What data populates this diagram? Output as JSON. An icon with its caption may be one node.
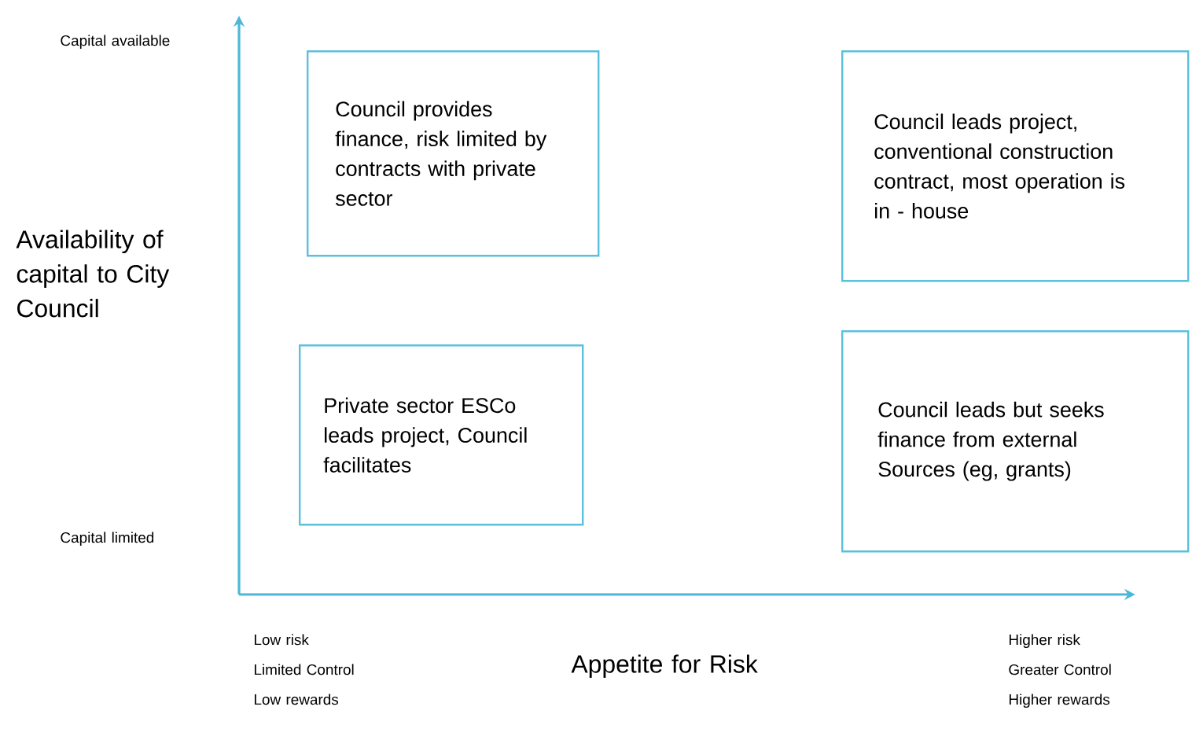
{
  "diagram": {
    "nodes": [
      {
        "text": [
          "Council provides finance, risk limited by contracts with private sector"
        ]
      },
      {
        "text": [
          "Council leads project, conventional construction contract, most operation is in - house"
        ]
      },
      {
        "text": [
          "Private sector ESCo leads project, Council facilitates"
        ]
      },
      {
        "text": [
          "Council leads but seeks finance from external Sources (eg, grants)"
        ]
      }
    ],
    "labels": [
      "Capital available",
      "Availability of capital to City Council",
      "Capital limited",
      "Low risk",
      "Limited Control",
      "Low rewards",
      "Appetite for Risk",
      "Higher risk",
      "Greater Control",
      "Higher rewards"
    ]
  }
}
